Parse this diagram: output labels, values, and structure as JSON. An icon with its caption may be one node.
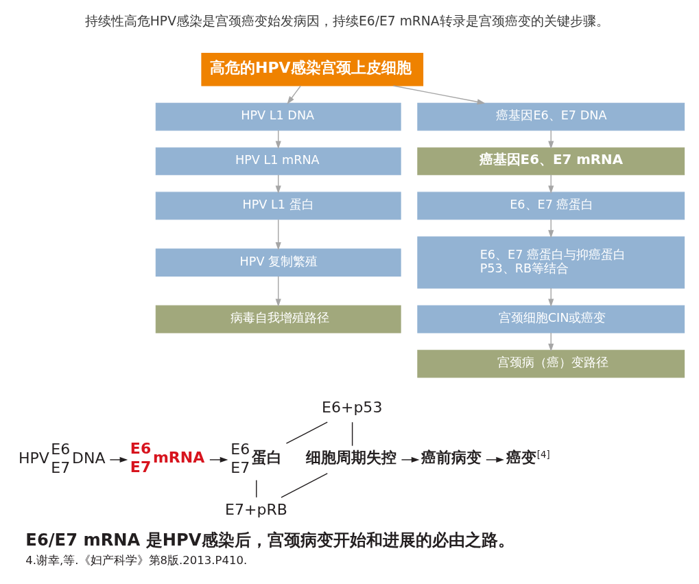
{
  "diagram": {
    "title": "持续性高危HPV感染是宫颈癌变始发病因，持续E6/E7 mRNA转录是宫颈癌变的关键步骤。",
    "caption": "E6/E7 mRNA 是HPV感染后，宫颈病变开始和进展的必由之路。",
    "nodes": [
      {
        "text": [
          "高危的HPV感染宫颈上皮细胞"
        ]
      },
      {
        "text": [
          "HPV L1 DNA"
        ]
      },
      {
        "text": [
          "HPV L1 mRNA"
        ]
      },
      {
        "text": [
          "HPV L1 蛋白"
        ]
      },
      {
        "text": [
          "HPV 复制繁殖"
        ]
      },
      {
        "text": [
          "病毒自我增殖路径"
        ]
      },
      {
        "text": [
          "癌基因E6、E7 DNA"
        ]
      },
      {
        "text": [
          "癌基因E6、E7 mRNA"
        ]
      },
      {
        "text": [
          "E6、E7 癌蛋白"
        ]
      },
      {
        "text": [
          "E6、E7 癌蛋白与抑癌蛋白 P53、RB等结合"
        ]
      },
      {
        "text": [
          "宫颈细胞CIN或癌变"
        ]
      },
      {
        "text": [
          "宫颈病（癌）变路径"
        ]
      },
      {
        "text": [
          "HPV",
          "E6",
          "E7",
          "DNA"
        ]
      },
      {
        "text": [
          "E6",
          "E7",
          "mRNA"
        ]
      },
      {
        "text": [
          "E6",
          "E7",
          "蛋白"
        ]
      },
      {
        "text": [
          "E6+p53"
        ]
      },
      {
        "text": [
          "E7+pRB"
        ]
      },
      {
        "text": [
          "细胞周期失控"
        ]
      },
      {
        "text": [
          "癌前病变"
        ]
      },
      {
        "text": [
          "癌变"
        ],
        "beside": [
          "[4]"
        ]
      }
    ],
    "edges": [
      {
        "from": 0,
        "to": 1,
        "arrow": "to"
      },
      {
        "from": 0,
        "to": 6,
        "arrow": "to"
      },
      {
        "from": 1,
        "to": 2,
        "arrow": "to"
      },
      {
        "from": 2,
        "to": 3,
        "arrow": "to"
      },
      {
        "from": 3,
        "to": 4,
        "arrow": "to"
      },
      {
        "from": 4,
        "to": 5,
        "arrow": "to"
      },
      {
        "from": 6,
        "to": 7,
        "arrow": "to"
      },
      {
        "from": 7,
        "to": 8,
        "arrow": "to"
      },
      {
        "from": 8,
        "to": 9,
        "arrow": "to"
      },
      {
        "from": 9,
        "to": 10,
        "arrow": "to"
      },
      {
        "from": 10,
        "to": 11,
        "arrow": "to"
      },
      {
        "from": 12,
        "to": 13,
        "arrow": "to",
        "color": "#231f20"
      },
      {
        "from": 13,
        "to": 14,
        "arrow": "to",
        "color": "#231f20"
      },
      {
        "from": 14,
        "to": 15,
        "arrow": "none",
        "color": "#231f20"
      },
      {
        "from": 14,
        "to": 16,
        "arrow": "none",
        "color": "#231f20"
      },
      {
        "from": 15,
        "to": 17,
        "arrow": "none",
        "color": "#231f20"
      },
      {
        "from": 16,
        "to": 17,
        "arrow": "none",
        "color": "#231f20"
      },
      {
        "from": 17,
        "to": 18,
        "arrow": "to",
        "color": "#231f20"
      },
      {
        "from": 18,
        "to": 19,
        "arrow": "to",
        "color": "#231f20"
      }
    ],
    "labels": [
      "4.谢幸,等.《妇产科学》第8版.2013.P410."
    ]
  }
}
